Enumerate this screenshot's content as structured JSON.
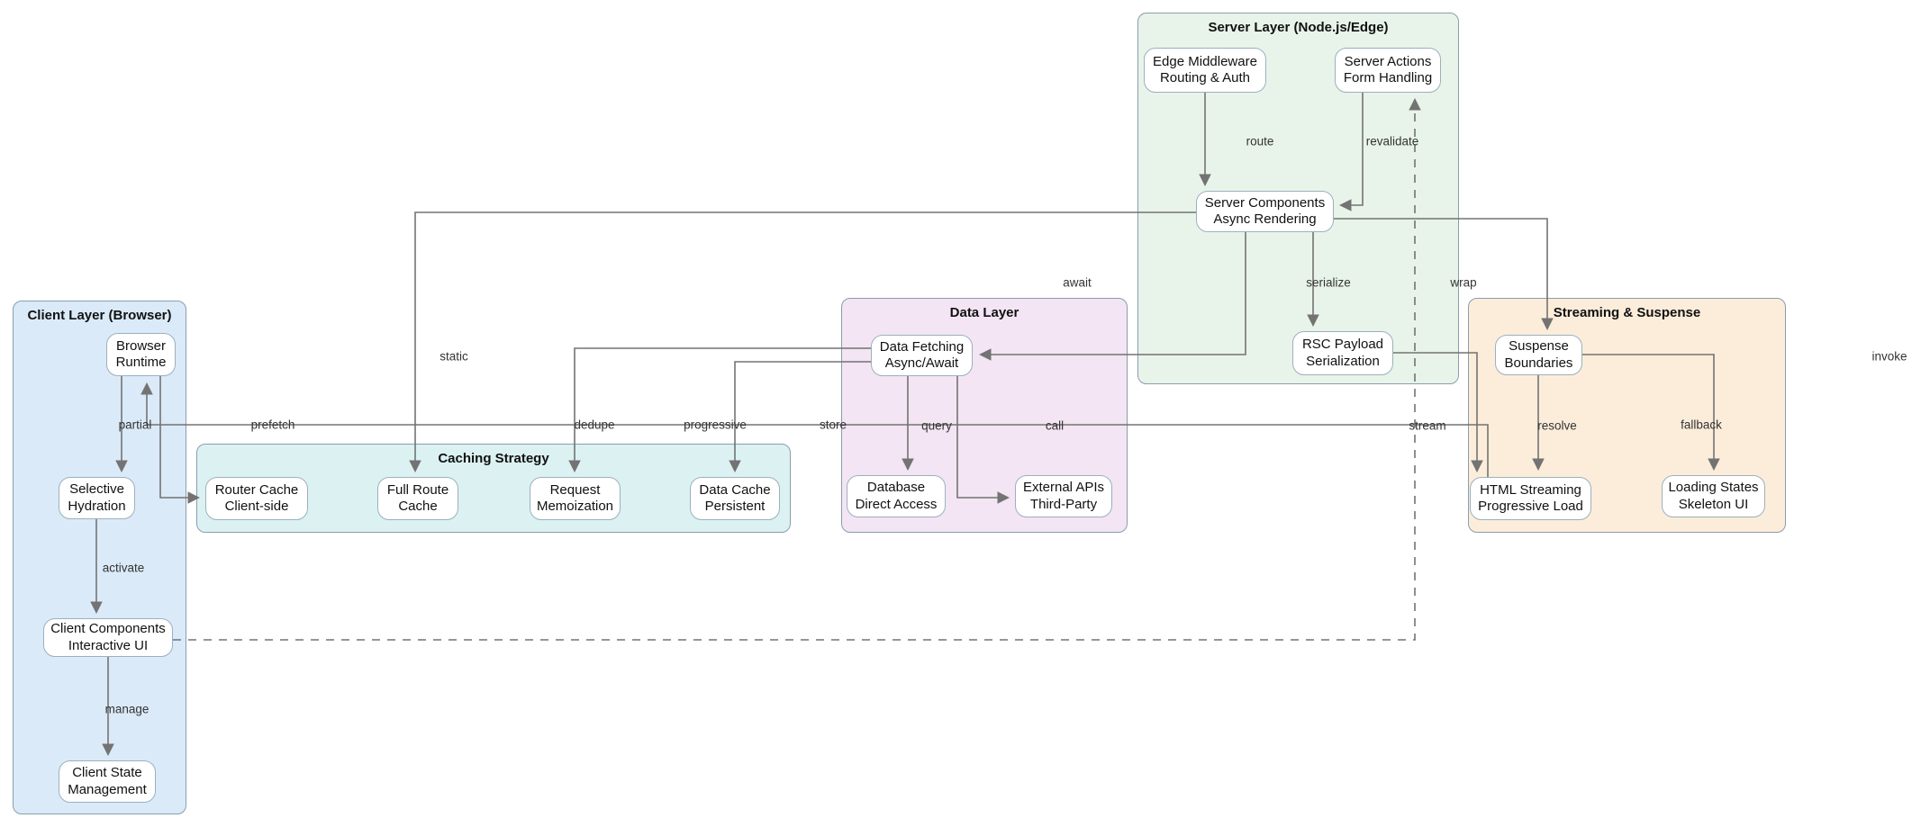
{
  "diagram": {
    "title_note": "Next.js rendering architecture flowchart",
    "groups": {
      "client": {
        "title": "Client Layer (Browser)",
        "fill": "#dbeaf8"
      },
      "caching": {
        "title": "Caching Strategy",
        "fill": "#dcf2f2"
      },
      "data": {
        "title": "Data Layer",
        "fill": "#f3e5f3"
      },
      "server": {
        "title": "Server Layer (Node.js/Edge)",
        "fill": "#e8f4e9"
      },
      "streaming": {
        "title": "Streaming & Suspense",
        "fill": "#fcedda"
      }
    },
    "nodes": {
      "browser_runtime": {
        "lines": [
          "Browser",
          "Runtime"
        ]
      },
      "selective_hydration": {
        "lines": [
          "Selective",
          "Hydration"
        ]
      },
      "client_components": {
        "lines": [
          "Client Components",
          "Interactive UI"
        ]
      },
      "client_state": {
        "lines": [
          "Client State",
          "Management"
        ]
      },
      "router_cache": {
        "lines": [
          "Router Cache",
          "Client-side"
        ]
      },
      "full_route_cache": {
        "lines": [
          "Full Route",
          "Cache"
        ]
      },
      "request_memoization": {
        "lines": [
          "Request",
          "Memoization"
        ]
      },
      "data_cache": {
        "lines": [
          "Data Cache",
          "Persistent"
        ]
      },
      "data_fetching": {
        "lines": [
          "Data Fetching",
          "Async/Await"
        ]
      },
      "database": {
        "lines": [
          "Database",
          "Direct Access"
        ]
      },
      "external_apis": {
        "lines": [
          "External APIs",
          "Third-Party"
        ]
      },
      "edge_middleware": {
        "lines": [
          "Edge Middleware",
          "Routing & Auth"
        ]
      },
      "server_actions": {
        "lines": [
          "Server Actions",
          "Form Handling"
        ]
      },
      "server_components": {
        "lines": [
          "Server Components",
          "Async Rendering"
        ]
      },
      "rsc_payload": {
        "lines": [
          "RSC Payload",
          "Serialization"
        ]
      },
      "suspense_boundaries": {
        "lines": [
          "Suspense",
          "Boundaries"
        ]
      },
      "html_streaming": {
        "lines": [
          "HTML Streaming",
          "Progressive Load"
        ]
      },
      "loading_states": {
        "lines": [
          "Loading States",
          "Skeleton UI"
        ]
      }
    },
    "edge_labels": {
      "route": "route",
      "revalidate": "revalidate",
      "serialize": "serialize",
      "await": "await",
      "wrap": "wrap",
      "static": "static",
      "partial": "partial",
      "prefetch": "prefetch",
      "dedupe": "dedupe",
      "progressive": "progressive",
      "store": "store",
      "query": "query",
      "call": "call",
      "stream": "stream",
      "resolve": "resolve",
      "fallback": "fallback",
      "invoke": "invoke",
      "activate": "activate",
      "manage": "manage"
    },
    "colors": {
      "edge_line": "#737373",
      "node_border": "#9bb0bf",
      "group_border": "#8a9db0"
    }
  }
}
